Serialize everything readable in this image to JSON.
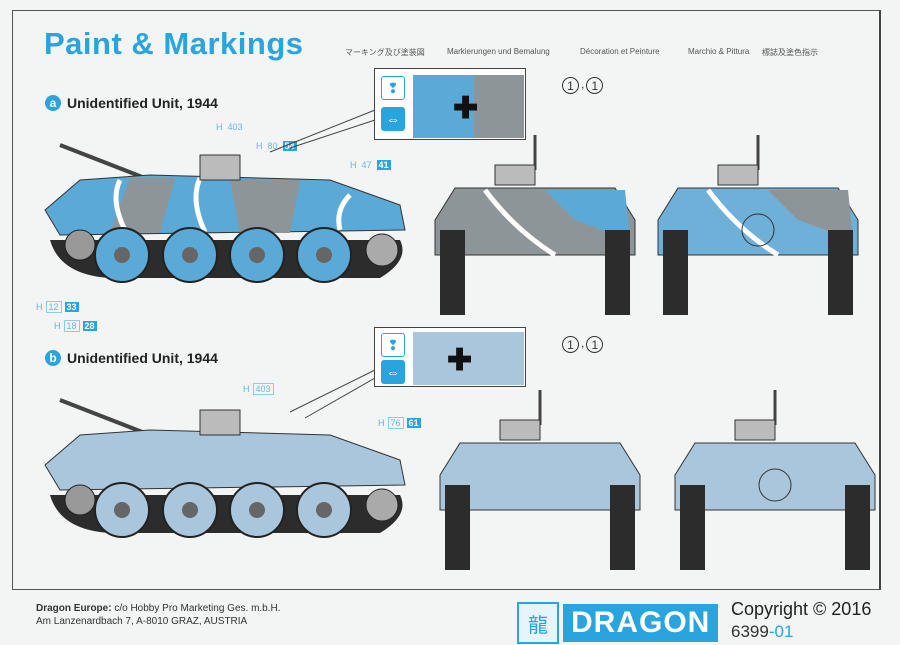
{
  "title": "Paint & Markings",
  "languages": [
    "マーキング及び塗装図",
    "Markierungen und Bemalung",
    "Décoration et Peinture",
    "Marchio & Pittura",
    "標誌及塗色指示"
  ],
  "sections": [
    {
      "letter": "a",
      "label": "Unidentified Unit, 1944",
      "camo": true,
      "callouts": [
        {
          "h": "H",
          "c1": "403",
          "c2": ""
        },
        {
          "h": "H",
          "c1": "80",
          "c2": "54"
        },
        {
          "h": "H",
          "c1": "47",
          "c2": "41"
        },
        {
          "h": "H",
          "c1": "12",
          "c2": "33"
        },
        {
          "h": "H",
          "c1": "18",
          "c2": "28"
        }
      ],
      "markings": [
        "1",
        "1"
      ]
    },
    {
      "letter": "b",
      "label": "Unidentified Unit, 1944",
      "camo": false,
      "callouts": [
        {
          "h": "H",
          "c1": "403",
          "c2": ""
        },
        {
          "h": "H",
          "c1": "76",
          "c2": "61"
        }
      ],
      "markings": [
        "1",
        "1"
      ]
    }
  ],
  "detail_icons": [
    "paint-drop-icon",
    "decal-icon"
  ],
  "footer": {
    "line1_bold": "Dragon Europe:",
    "line1": " c/o Hobby Pro Marketing Ges. m.b.H.",
    "line2": "Am Lanzenardbach 7, A-8010 GRAZ, AUSTRIA"
  },
  "logo": "DRAGON",
  "copyright": "Copyright © 2016",
  "code": "6399",
  "code_suffix": "-01",
  "colors": {
    "accent": "#2aa4dd",
    "camo_blue": "#5aa9d6",
    "camo_grey": "#8d9599",
    "base_b": "#a9c6dc",
    "track": "#2c2c2c"
  }
}
